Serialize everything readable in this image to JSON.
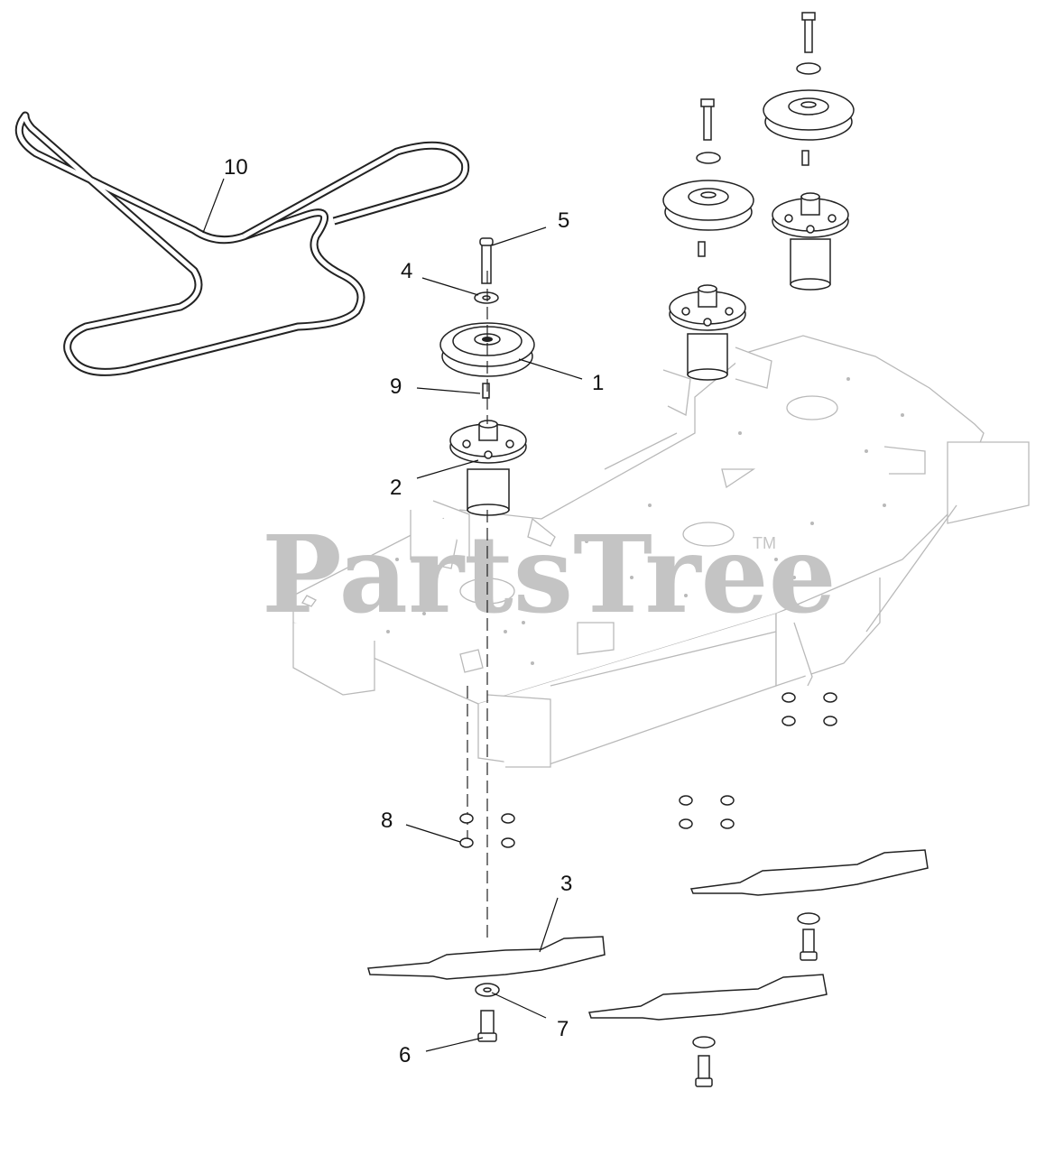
{
  "diagram": {
    "colors": {
      "line": "#222222",
      "deck_line": "#b9b9b9",
      "watermark": "#c4c4c4",
      "background": "#ffffff"
    },
    "watermark": {
      "text": "PartsTree",
      "trademark": "TM"
    },
    "callouts": [
      {
        "id": "1",
        "label": "1"
      },
      {
        "id": "2",
        "label": "2"
      },
      {
        "id": "3",
        "label": "3"
      },
      {
        "id": "4",
        "label": "4"
      },
      {
        "id": "5",
        "label": "5"
      },
      {
        "id": "6",
        "label": "6"
      },
      {
        "id": "7",
        "label": "7"
      },
      {
        "id": "8",
        "label": "8"
      },
      {
        "id": "9",
        "label": "9"
      },
      {
        "id": "10",
        "label": "10"
      }
    ]
  }
}
